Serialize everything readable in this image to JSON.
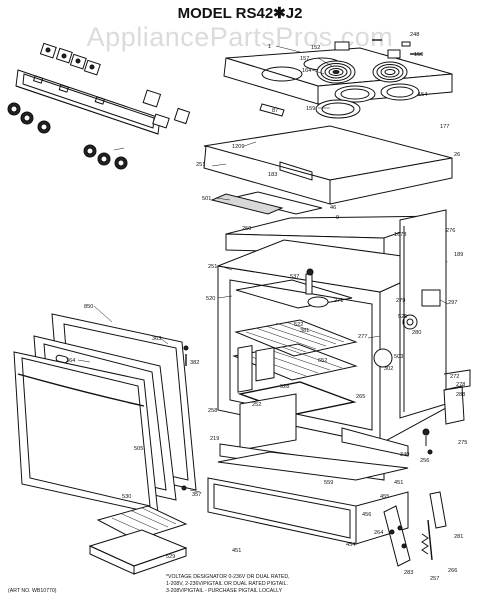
{
  "title": "MODEL RS42✱J2",
  "watermark": "AppliancePartsPros.com",
  "art_no": "(ART NO. WB10770)",
  "notes": [
    "*VOLTAGE DESIGNATOR 0-236V OR DUAL RATED,",
    "1-208V, 2-236V/PIGTAIL OR DUAL RATED PIGTAIL.",
    "3-208V/PIGTAIL - PURCHASE PIGTAIL LOCALLY"
  ],
  "part_labels": [
    "1",
    "152",
    "157",
    "164",
    "159",
    "248",
    "150",
    "154",
    "87",
    "177",
    "1209",
    "26",
    "251",
    "183",
    "46",
    "9",
    "501",
    "250",
    "276",
    "1673",
    "189",
    "251",
    "537",
    "271",
    "297",
    "279",
    "525",
    "280",
    "520",
    "522",
    "381",
    "277",
    "652",
    "503",
    "302",
    "850",
    "363",
    "382",
    "364",
    "528",
    "265",
    "272",
    "278",
    "288",
    "258",
    "252",
    "219",
    "275",
    "256",
    "505",
    "340",
    "451",
    "455",
    "456",
    "559",
    "357",
    "451",
    "454",
    "281",
    "264",
    "283",
    "257",
    "266",
    "530",
    "529"
  ]
}
